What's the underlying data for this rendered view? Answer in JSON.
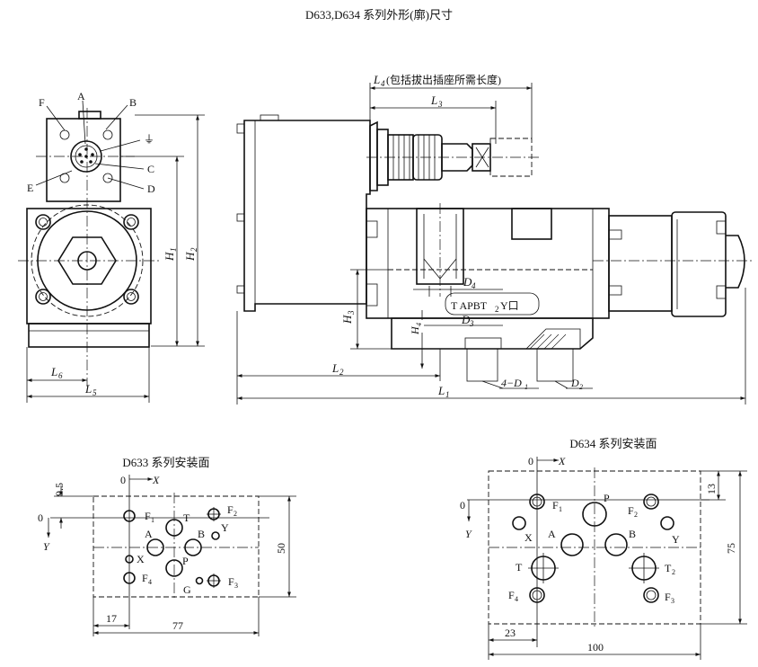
{
  "title": "D633,D634 系列外形(廓)尺寸",
  "connector_labels": {
    "A": "A",
    "B": "B",
    "C": "C",
    "D": "D",
    "E": "E",
    "F": "F",
    "ground": "⏚"
  },
  "front_view": {
    "H1": "H",
    "H1_sub": "1",
    "H2": "H",
    "H2_sub": "2",
    "L5": "L",
    "L5_sub": "5",
    "L6": "L",
    "L6_sub": "6"
  },
  "side_view": {
    "L4": "L",
    "L4_sub": "4",
    "L4_note": "(包括拔出插座所需长度)",
    "L3": "L",
    "L3_sub": "3",
    "L2": "L",
    "L2_sub": "2",
    "L1": "L",
    "L1_sub": "1",
    "D4": "D",
    "D4_sub": "4",
    "D3": "D",
    "D3_sub": "3",
    "H3": "H",
    "H3_sub": "3",
    "H4": "H",
    "H4_sub": "4",
    "D1": "4−D",
    "D1_sub": "1",
    "D2": "D",
    "D2_sub": "2",
    "port_label_main": "T APBT",
    "port_label_sub": "2",
    "port_label_end": "Y口"
  },
  "d633_mount": {
    "title": "D633 系列安装面",
    "x_axis": "X",
    "y_axis": "Y",
    "origin_x": "0",
    "origin_y": "0",
    "dim_95": "9.5",
    "dim_17": "17",
    "dim_77": "77",
    "dim_50": "50",
    "ports": {
      "F1": "F",
      "F1_sub": "1",
      "F2": "F",
      "F2_sub": "2",
      "F3": "F",
      "F3_sub": "3",
      "F4": "F",
      "F4_sub": "4",
      "T": "T",
      "A": "A",
      "B": "B",
      "Y": "Y",
      "X": "X",
      "P": "P",
      "G": "G"
    }
  },
  "d634_mount": {
    "title": "D634 系列安装面",
    "x_axis": "X",
    "y_axis": "Y",
    "origin_x": "0",
    "origin_y": "0",
    "dim_13": "13",
    "dim_23": "23",
    "dim_100": "100",
    "dim_75": "75",
    "ports": {
      "F1": "F",
      "F1_sub": "1",
      "F2": "F",
      "F2_sub": "2",
      "F3": "F",
      "F3_sub": "3",
      "F4": "F",
      "F4_sub": "4",
      "P": "P",
      "X": "X",
      "A": "A",
      "B": "B",
      "Y": "Y",
      "T": "T",
      "T2": "T",
      "T2_sub": "2"
    }
  }
}
